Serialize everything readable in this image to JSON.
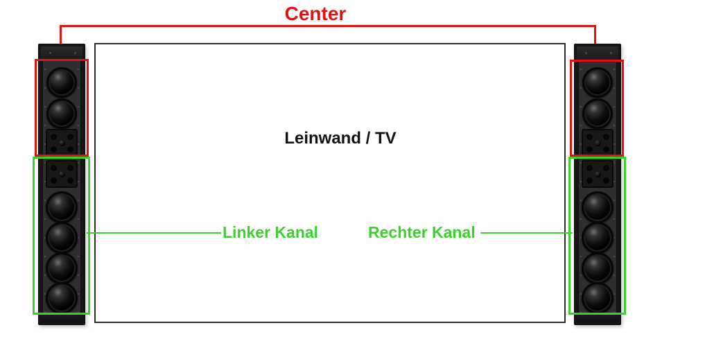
{
  "labels": {
    "center": {
      "text": "Center"
    },
    "screen": {
      "text": "Leinwand / TV"
    },
    "left_channel": {
      "text": "Linker Kanal"
    },
    "right_channel": {
      "text": "Rechter Kanal"
    }
  },
  "colors": {
    "center_annotation": "#de1414",
    "channel_annotation": "#3cd02b",
    "screen_border": "#2c2c2c",
    "speaker_frame": "#161616",
    "speaker_baffle": "#2e2e2e"
  },
  "icons": {
    "left_speaker": "speaker-column-image",
    "right_speaker": "speaker-column-image"
  }
}
